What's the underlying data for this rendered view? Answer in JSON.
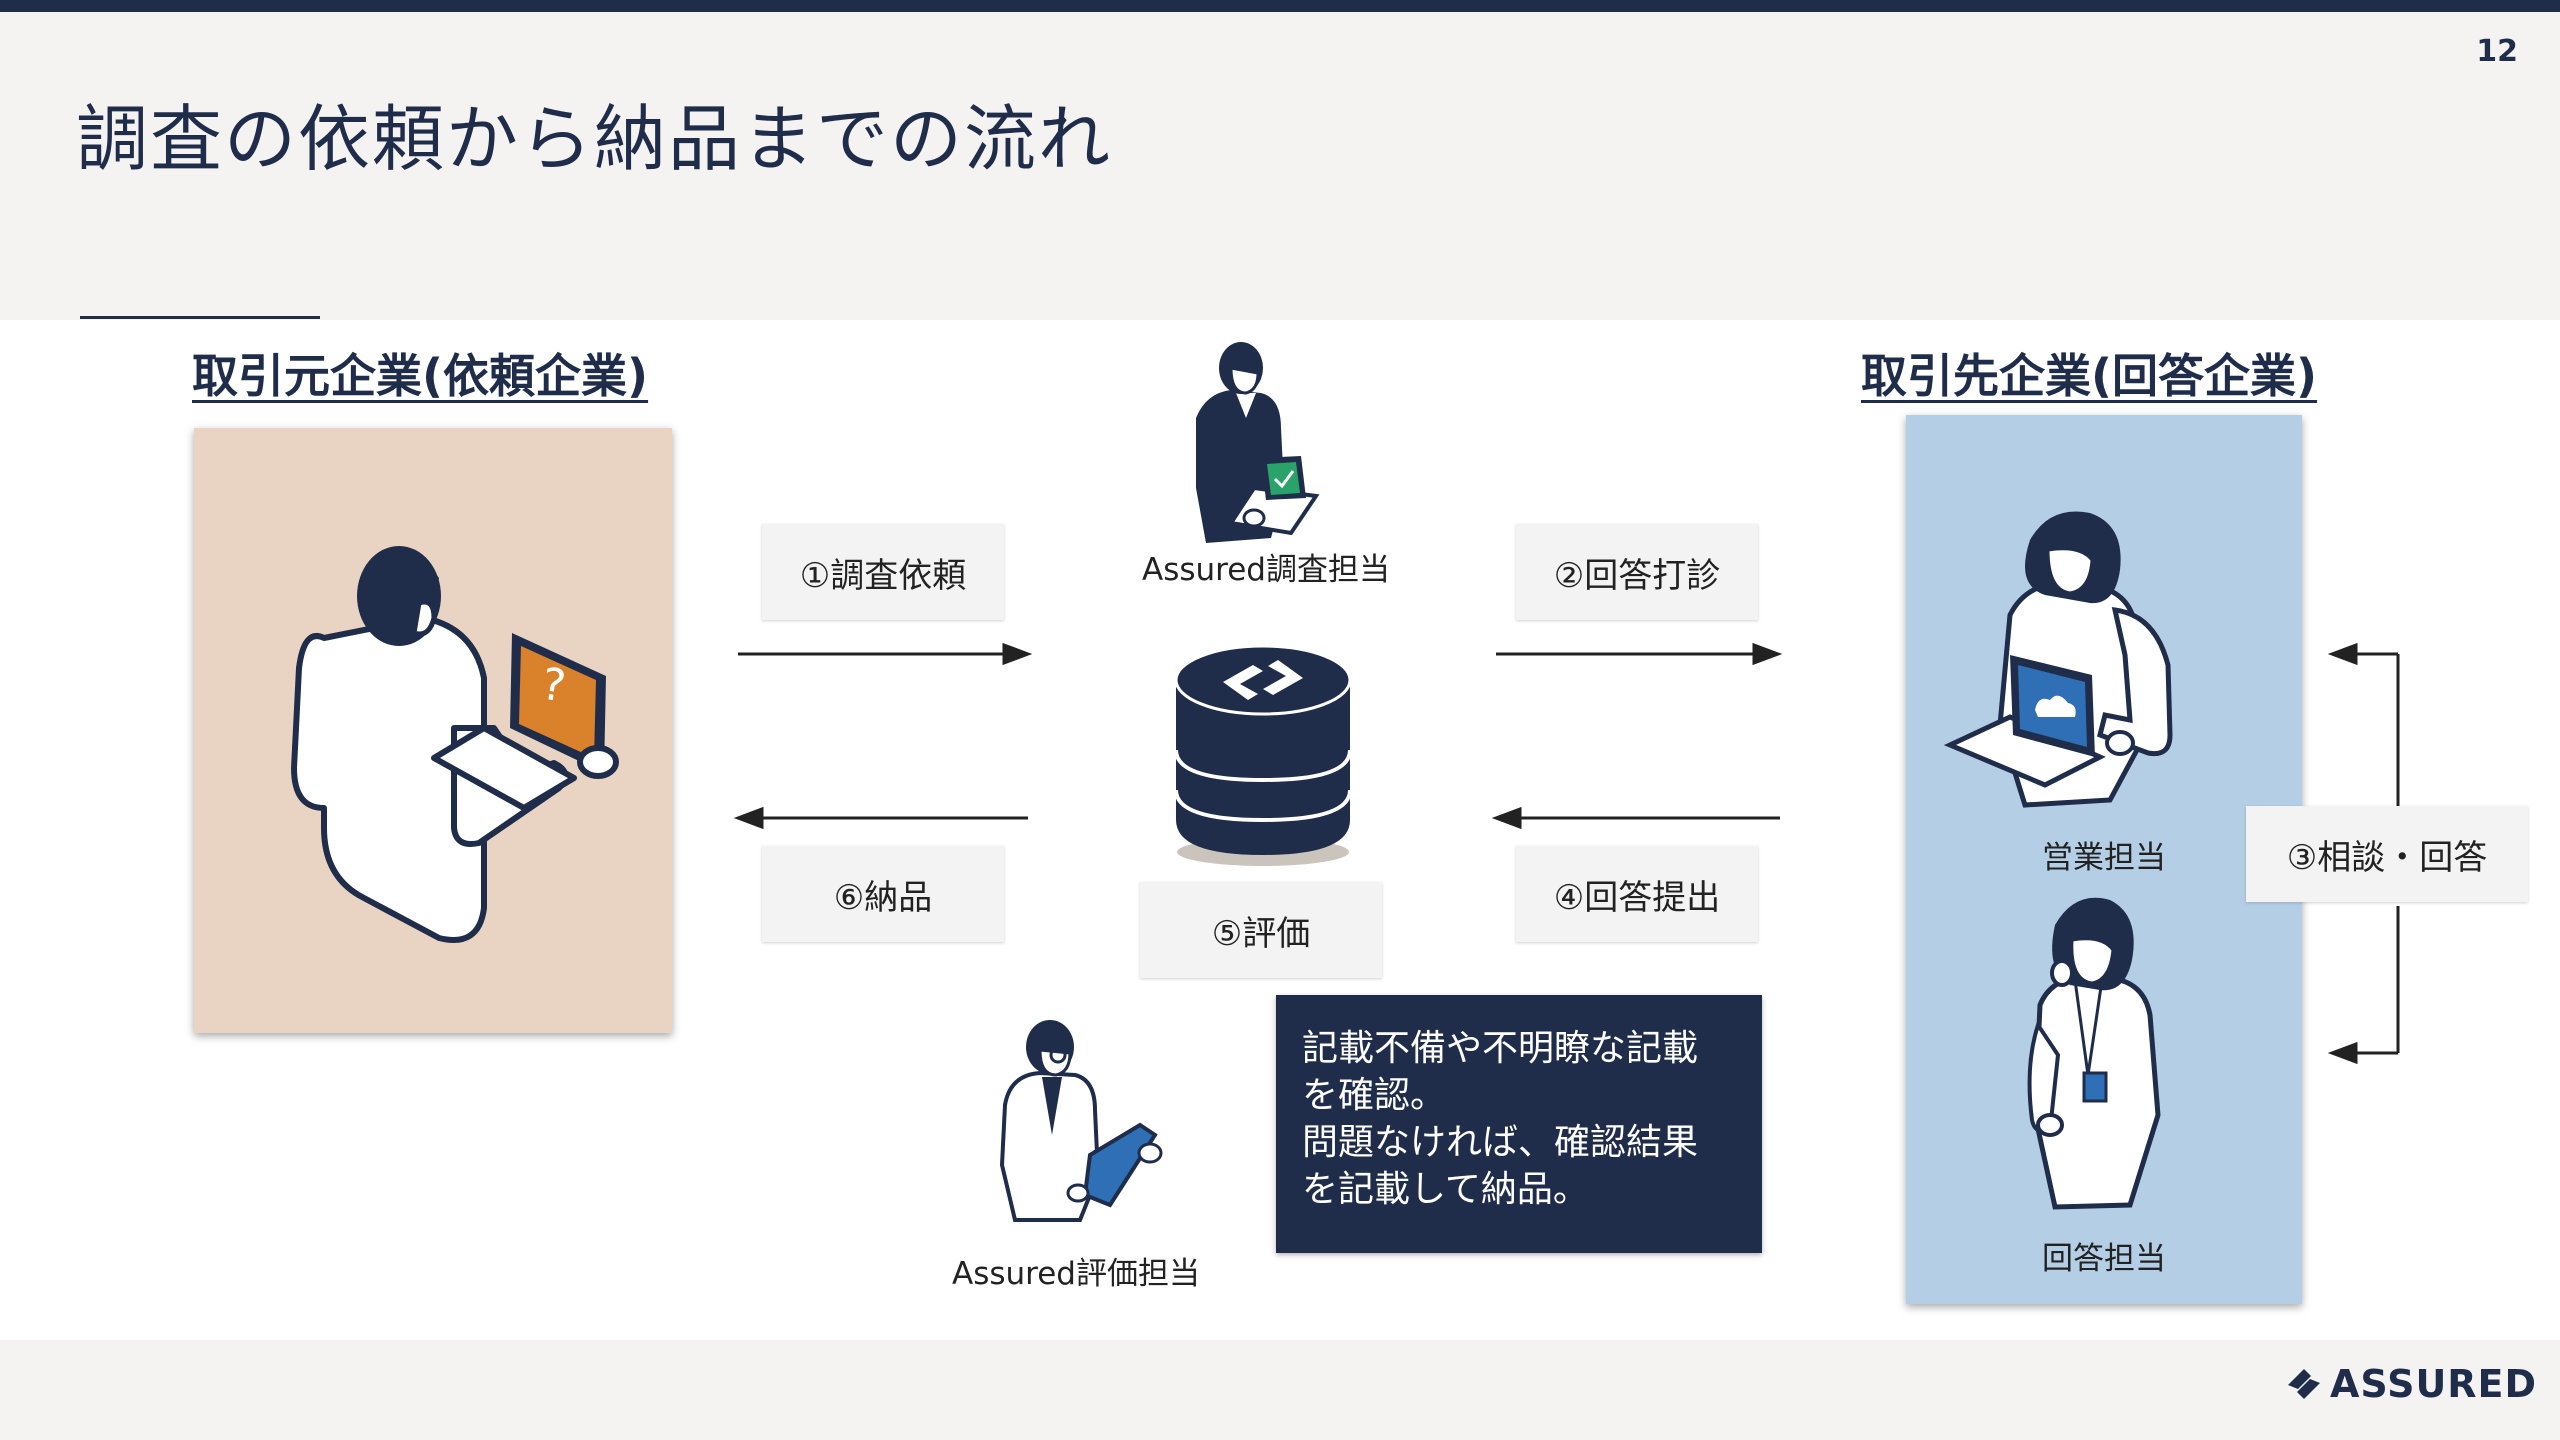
{
  "slide": {
    "title": "調査の依頼から納品までの流れ",
    "page_number": "12"
  },
  "left_section": {
    "heading": "取引元企業(依頼企業)"
  },
  "right_section": {
    "heading": "取引先企業(回答企業)",
    "sales_caption": "営業担当",
    "responder_caption": "回答担当"
  },
  "center": {
    "investigator_caption": "Assured調査担当",
    "evaluator_caption": "Assured評価担当"
  },
  "steps": {
    "step1": "①調査依頼",
    "step2": "②回答打診",
    "step3": "③相談・回答",
    "step4": "④回答提出",
    "step5": "⑤評価",
    "step6": "⑥納品"
  },
  "note": {
    "line1": "記載不備や不明瞭な記載",
    "line2": "を確認。",
    "line3": "問題なければ、確認結果",
    "line4": "を記載して納品。"
  },
  "laptop_question_mark": "?",
  "logo": {
    "text": "ASSURED",
    "icon": "assured-logo-icon"
  },
  "colors": {
    "navy": "#1f2d4a",
    "client_panel": "#e9d4c3",
    "vendor_panel": "#b4cee6",
    "orange_screen": "#d9822b",
    "blue_screen": "#2e6fb5",
    "green_check": "#29a36a"
  }
}
